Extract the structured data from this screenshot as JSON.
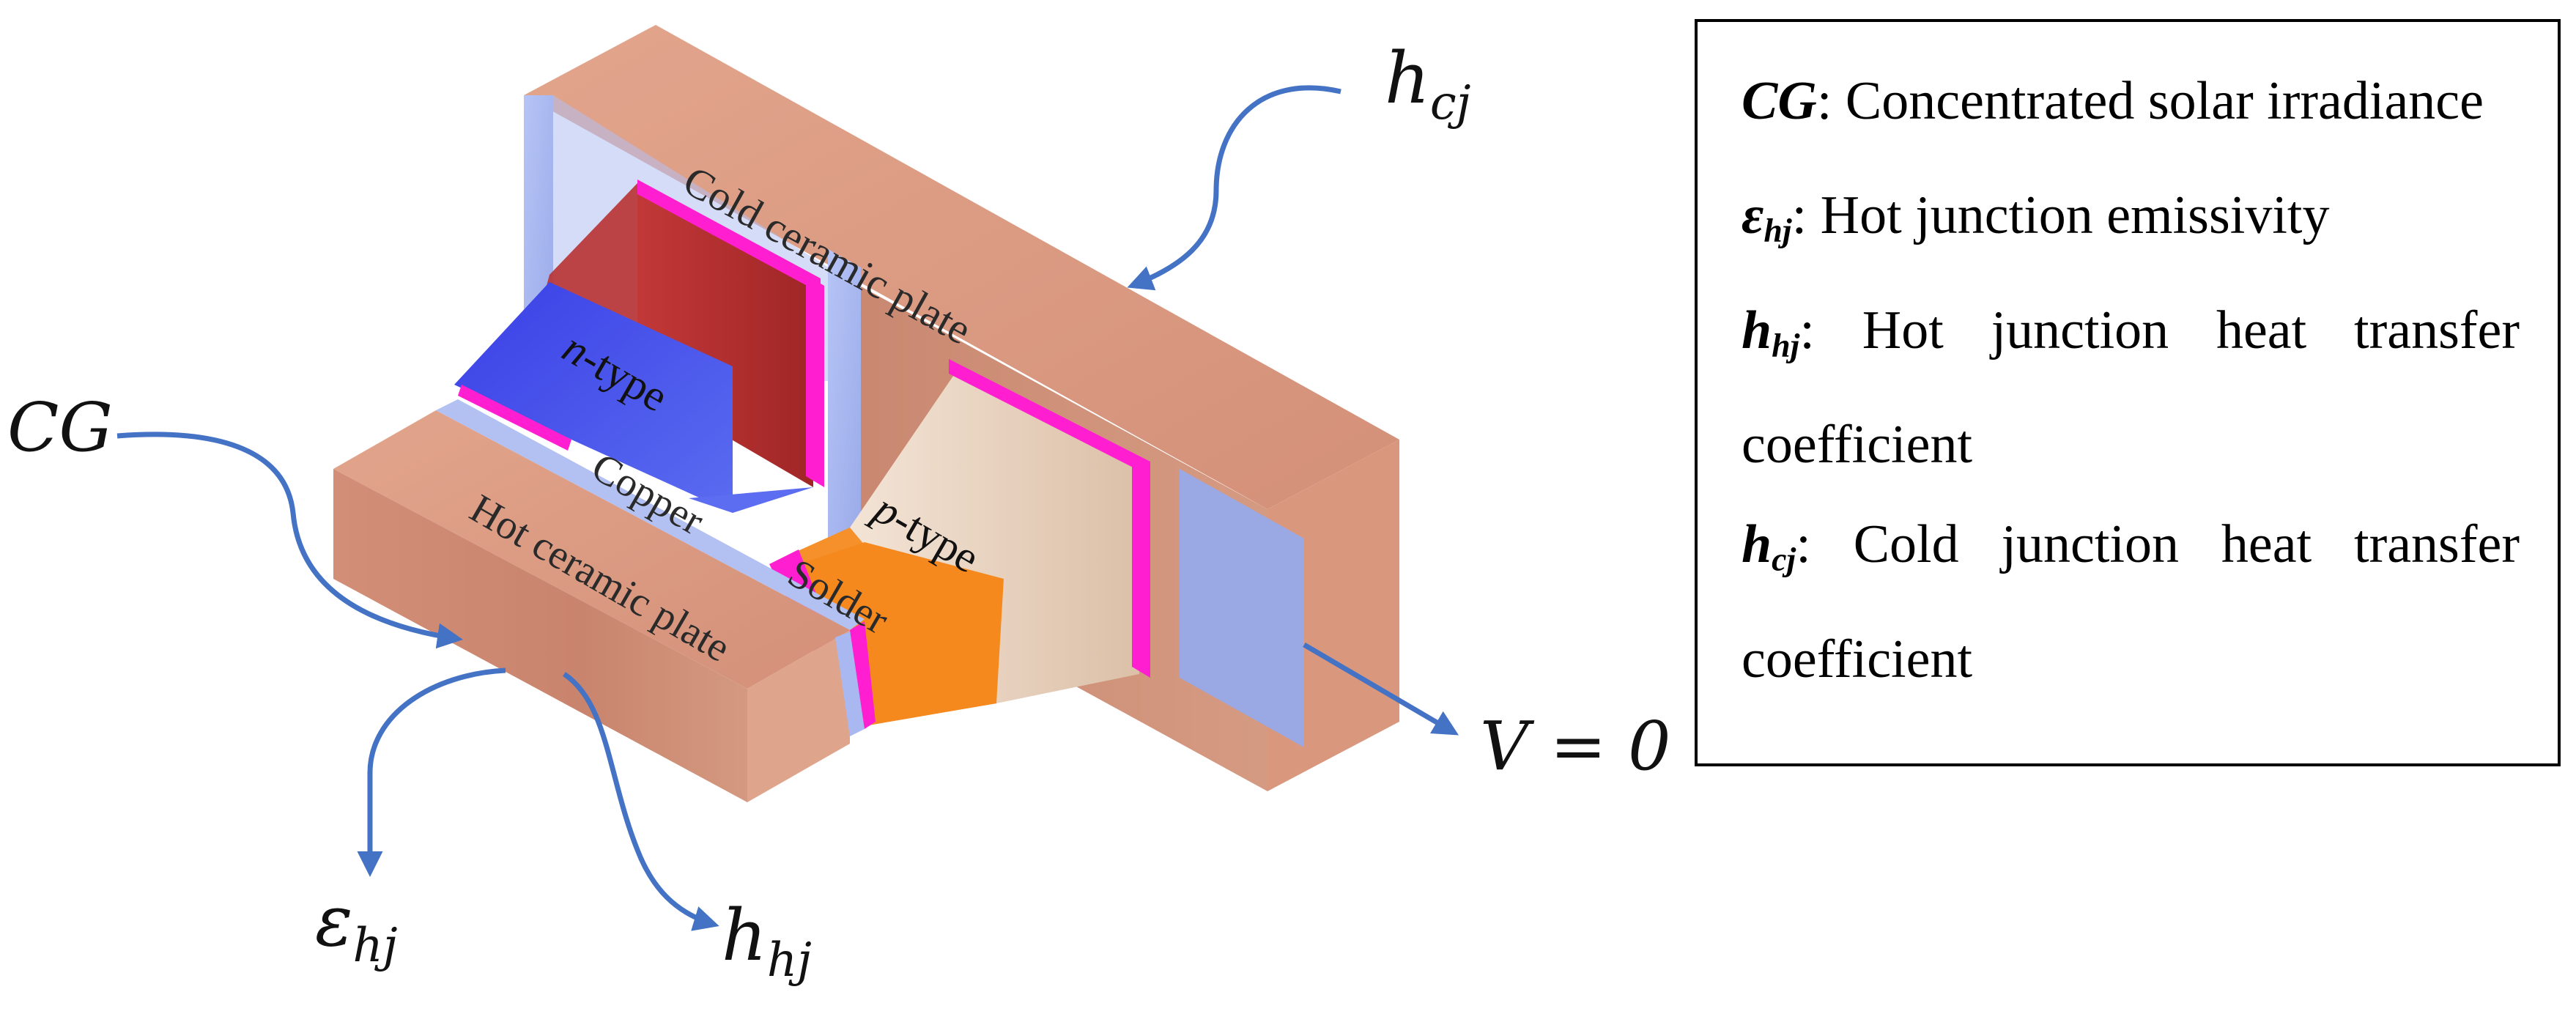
{
  "diagram": {
    "parts": {
      "cold_plate": "Cold ceramic plate",
      "hot_plate": "Hot ceramic plate",
      "n_type": {
        "italic": "n",
        "rest": "-type"
      },
      "p_type": {
        "italic": "p",
        "rest": "-type"
      },
      "copper": "Copper",
      "solder": "Solder"
    },
    "symbols": {
      "cg": {
        "base": "CG",
        "sub": ""
      },
      "hcj": {
        "base": "h",
        "sub": "cj"
      },
      "ehj": {
        "base": "ε",
        "sub": "hj"
      },
      "hhj": {
        "base": "h",
        "sub": "hj"
      },
      "v0": {
        "base": "V = 0",
        "sub": ""
      }
    },
    "colors": {
      "ceramic": "#d9987e",
      "copper_plate": "#a9b8f0",
      "solder": "#ff1fd0",
      "n_type": "#3d46e8",
      "n_type_side": "#b02a2a",
      "p_type": "#f5891e",
      "p_type_side": "#e8d2bf",
      "arrow": "#4472c4"
    }
  },
  "legend": {
    "items": [
      {
        "sym": "CG",
        "sub": "",
        "desc": ": Concentrated solar irradiance"
      },
      {
        "sym": "ε",
        "sub": "hj",
        "desc": ": Hot junction emissivity"
      },
      {
        "sym": "h",
        "sub": "hj",
        "desc": ": Hot junction heat transfer coefficient"
      },
      {
        "sym": "h",
        "sub": "cj",
        "desc": ": Cold junction heat transfer coefficient"
      }
    ]
  }
}
